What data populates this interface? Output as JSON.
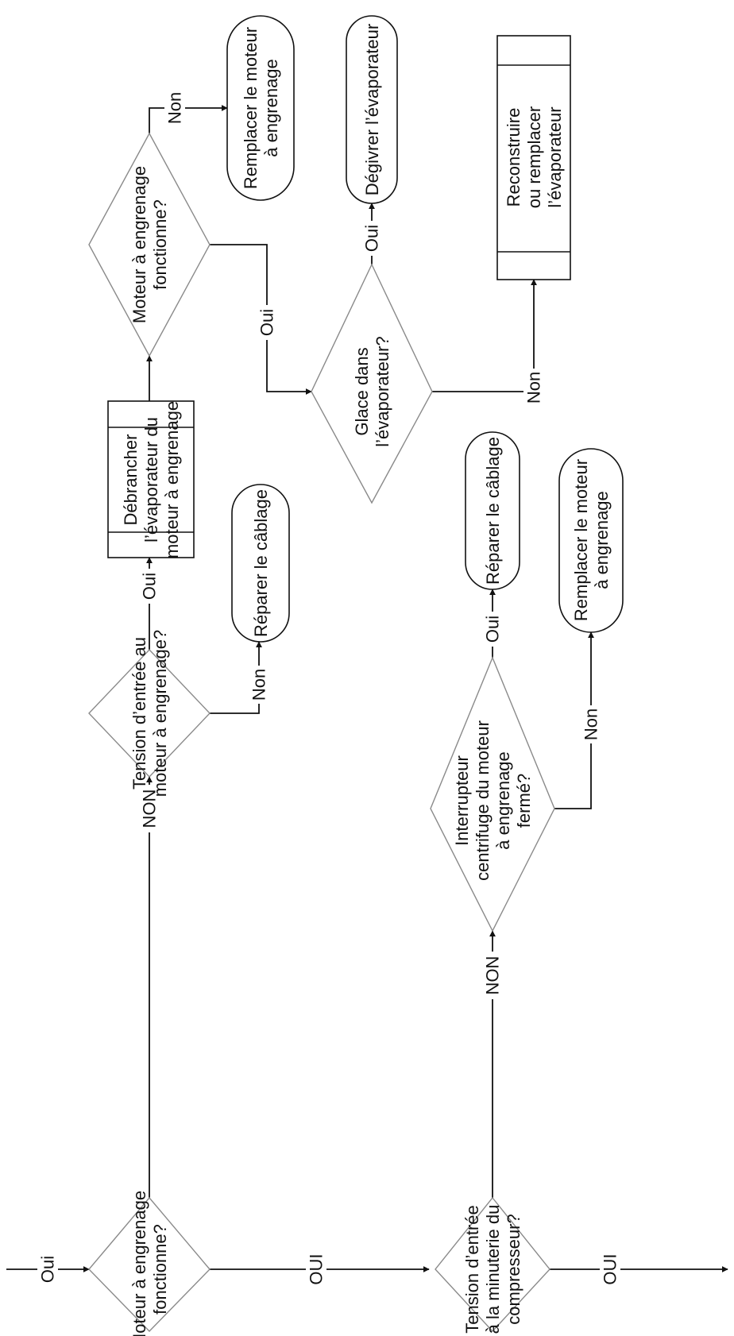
{
  "labels": {
    "oui": "Oui",
    "OUI": "OUI",
    "non": "Non",
    "NON": "NON"
  },
  "nodes": {
    "q_motor_1": [
      "Moteur à engrenage",
      "fonctionne?"
    ],
    "q_tension_motor": [
      "Tension d’entrée au",
      "moteur à engrenage?"
    ],
    "p_debrancher": [
      "Débrancher",
      "l’évaporateur du",
      "moteur à engrenage"
    ],
    "t_reparer_1": [
      "Réparer le câblage"
    ],
    "q_motor_2": [
      "Moteur à engrenage",
      "fonctionne?"
    ],
    "t_remplacer_1": [
      "Remplacer le moteur",
      "à engrenage"
    ],
    "q_glace": [
      "Glace dans",
      "l’évaporateur?"
    ],
    "t_degivrer": [
      "Dégivrer l’évaporateur"
    ],
    "p_reconstruire": [
      "Reconstruire",
      "ou remplacer",
      "l’évaporateur"
    ],
    "q_tension_minuterie": [
      "Tension d’entrée",
      "à la minuterie du",
      "compresseur?"
    ],
    "q_interrupteur": [
      "Interrupteur",
      "centrifuge du moteur",
      "à engrenage",
      "fermé?"
    ],
    "t_reparer_2": [
      "Réparer le câblage"
    ],
    "t_remplacer_2": [
      "Remplacer le moteur",
      "à engrenage"
    ]
  }
}
